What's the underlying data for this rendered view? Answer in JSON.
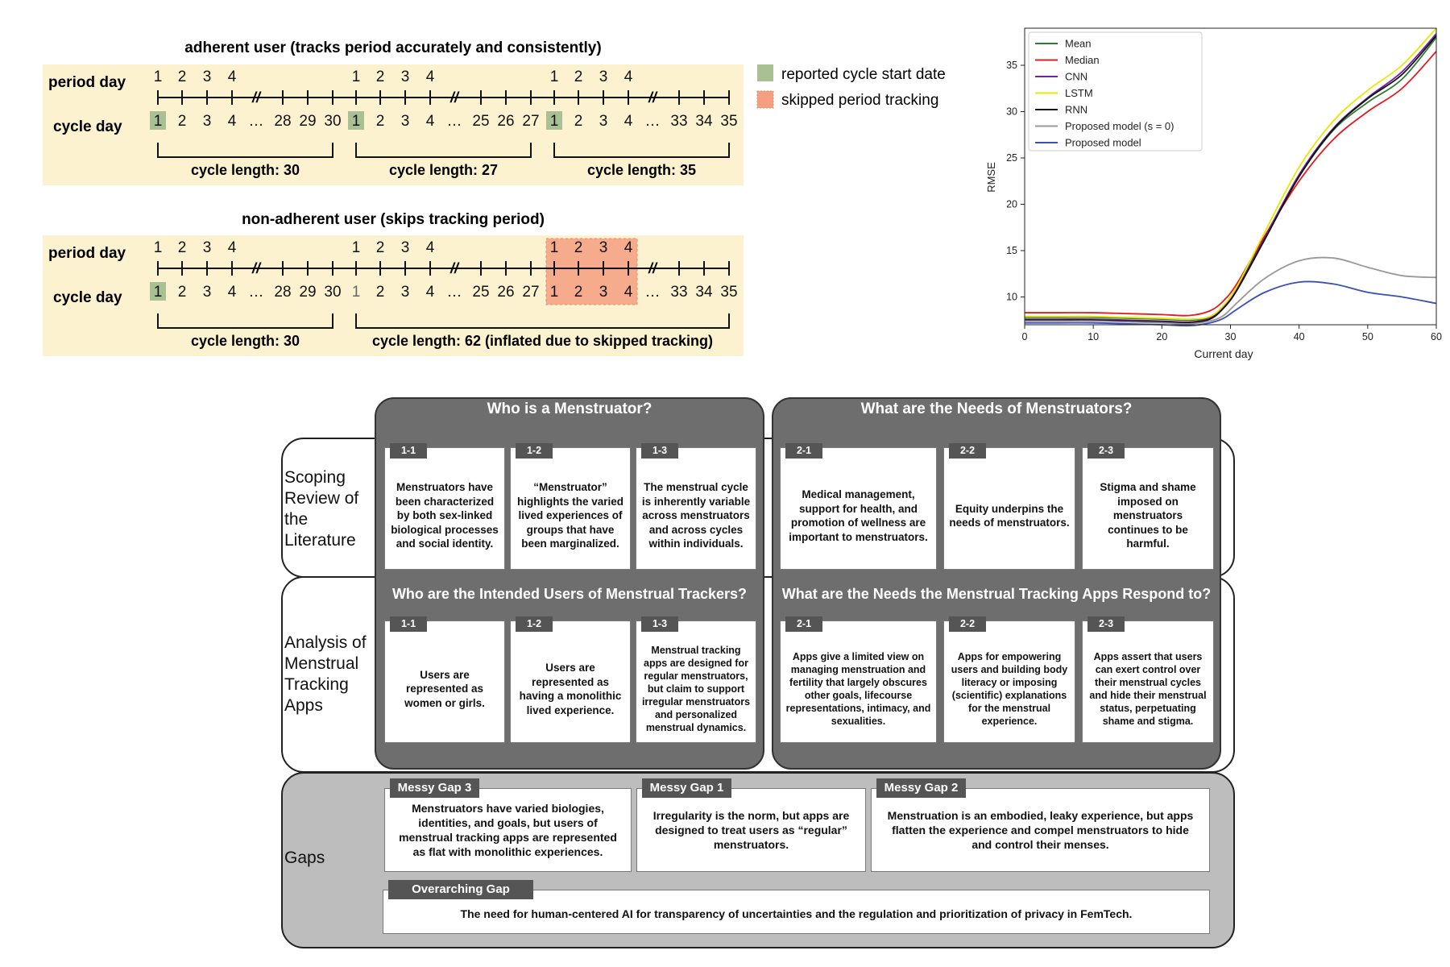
{
  "timeline": {
    "adherent": {
      "title": "adherent user (tracks period accurately and consistently)",
      "row_period": "period day",
      "row_cycle": "cycle day",
      "period_days": [
        "1",
        "2",
        "3",
        "4"
      ],
      "cycles": [
        {
          "days": [
            "1",
            "2",
            "3",
            "4",
            "…",
            "28",
            "29",
            "30"
          ],
          "length_label": "cycle length: 30"
        },
        {
          "days": [
            "1",
            "2",
            "3",
            "4",
            "…",
            "25",
            "26",
            "27"
          ],
          "length_label": "cycle length: 27"
        },
        {
          "days": [
            "1",
            "2",
            "3",
            "4",
            "…",
            "33",
            "34",
            "35"
          ],
          "length_label": "cycle length: 35"
        }
      ]
    },
    "nonadherent": {
      "title": "non-adherent user (skips tracking period)",
      "row_period": "period day",
      "row_cycle": "cycle day",
      "period_days": [
        "1",
        "2",
        "3",
        "4"
      ],
      "cycle1_days": [
        "1",
        "2",
        "3",
        "4",
        "…",
        "28",
        "29",
        "30"
      ],
      "cycle2_days": [
        "1",
        "2",
        "3",
        "4",
        "…",
        "25",
        "26",
        "27",
        "1",
        "2",
        "3",
        "4",
        "…",
        "33",
        "34",
        "35"
      ],
      "cycle1_length_label": "cycle length: 30",
      "cycle2_length_label": "cycle length: 62 (inflated due to skipped tracking)"
    },
    "legend": {
      "reported": "reported cycle start date",
      "skipped": "skipped period tracking"
    },
    "colors": {
      "panel": "#fcf2cf",
      "reported": "#a9bf94",
      "skipped": "#f4a080"
    }
  },
  "chart_data": {
    "type": "line",
    "title": "",
    "xlabel": "Current day",
    "ylabel": "RMSE",
    "xlim": [
      0,
      60
    ],
    "ylim": [
      7,
      39
    ],
    "xticks": [
      0,
      10,
      20,
      30,
      40,
      50,
      60
    ],
    "yticks": [
      10,
      15,
      20,
      25,
      30,
      35
    ],
    "x": [
      0,
      5,
      10,
      15,
      20,
      24,
      27,
      29,
      31,
      35,
      40,
      45,
      50,
      55,
      60
    ],
    "legend_position": "top-left",
    "series": [
      {
        "name": "Mean",
        "color": "#2e7d32",
        "values": [
          7.8,
          7.8,
          7.8,
          7.7,
          7.6,
          7.5,
          7.8,
          9.0,
          11.0,
          16.5,
          23.0,
          28.0,
          31.0,
          33.5,
          38.0
        ]
      },
      {
        "name": "Median",
        "color": "#e41a1c",
        "values": [
          8.3,
          8.3,
          8.3,
          8.2,
          8.1,
          8.0,
          8.5,
          9.6,
          11.5,
          16.6,
          22.5,
          27.0,
          30.0,
          32.5,
          36.5
        ]
      },
      {
        "name": "CNN",
        "color": "#7b1fa2",
        "values": [
          7.6,
          7.6,
          7.6,
          7.5,
          7.4,
          7.3,
          7.7,
          8.9,
          10.9,
          16.4,
          23.2,
          28.2,
          31.5,
          34.3,
          38.4
        ]
      },
      {
        "name": "LSTM",
        "color": "#e8e800",
        "values": [
          7.9,
          7.9,
          7.9,
          7.8,
          7.7,
          7.6,
          7.9,
          9.1,
          11.2,
          17.0,
          24.0,
          29.0,
          32.3,
          35.0,
          39.0
        ]
      },
      {
        "name": "RNN",
        "color": "#111111",
        "values": [
          7.5,
          7.5,
          7.5,
          7.4,
          7.3,
          7.2,
          7.6,
          8.8,
          10.8,
          16.2,
          23.0,
          28.1,
          31.4,
          34.0,
          38.2
        ]
      },
      {
        "name": "Proposed model (s = 0)",
        "color": "#999999",
        "values": [
          7.4,
          7.4,
          7.4,
          7.3,
          7.2,
          7.1,
          7.4,
          8.0,
          9.4,
          12.0,
          13.9,
          14.2,
          13.2,
          12.3,
          12.1
        ]
      },
      {
        "name": "Proposed model",
        "color": "#3a4fb5",
        "values": [
          7.2,
          7.2,
          7.2,
          7.1,
          7.0,
          6.9,
          7.2,
          7.7,
          8.7,
          10.5,
          11.6,
          11.4,
          10.5,
          10.0,
          9.3
        ]
      }
    ]
  },
  "framework": {
    "col1_title": "Who is a Menstruator?",
    "col2_title": "What are the Needs of Menstruators?",
    "col1_title_row2": "Who are the Intended Users of Menstrual Trackers?",
    "col2_title_row2": "What are the Needs the Menstrual Tracking Apps Respond to?",
    "row1_label": "Scoping Review of the Literature",
    "row2_label": "Analysis of Menstrual Tracking Apps",
    "row3_label": "Gaps",
    "row1_cards": [
      {
        "tag": "1-1",
        "text": "Menstruators have been characterized by both sex-linked biological processes and social identity."
      },
      {
        "tag": "1-2",
        "text": "“Menstruator” highlights the varied lived experiences of groups that have been marginalized."
      },
      {
        "tag": "1-3",
        "text": "The menstrual cycle is inherently variable across menstruators and across cycles within individuals."
      },
      {
        "tag": "2-1",
        "text": "Medical management, support for health, and promotion of wellness are important to menstruators."
      },
      {
        "tag": "2-2",
        "text": "Equity underpins the needs of menstruators."
      },
      {
        "tag": "2-3",
        "text": "Stigma and shame imposed on menstruators continues to be harmful."
      }
    ],
    "row2_cards": [
      {
        "tag": "1-1",
        "text": "Users are represented as women or girls."
      },
      {
        "tag": "1-2",
        "text": "Users are represented as having a monolithic lived experience."
      },
      {
        "tag": "1-3",
        "text": "Menstrual tracking apps are designed for regular menstruators, but claim to support irregular menstruators and personalized menstrual dynamics."
      },
      {
        "tag": "2-1",
        "text": "Apps give a limited view on managing menstruation and fertility that largely obscures other goals, lifecourse representations, intimacy, and sexualities."
      },
      {
        "tag": "2-2",
        "text": "Apps for empowering users and building body literacy or imposing (scientific) explanations for the menstrual experience."
      },
      {
        "tag": "2-3",
        "text": "Apps assert that users can exert control over their menstrual cycles and hide their menstrual status, perpetuating shame and stigma."
      }
    ],
    "gaps": [
      {
        "tag": "Messy Gap 3",
        "text": "Menstruators have varied biologies, identities, and goals, but users of menstrual tracking apps are represented as flat with monolithic experiences."
      },
      {
        "tag": "Messy Gap 1",
        "text": "Irregularity is the norm, but apps are designed to treat users as “regular” menstruators."
      },
      {
        "tag": "Messy Gap 2",
        "text": "Menstruation is an embodied, leaky experience, but apps flatten the experience and compel menstruators to hide and control their menses."
      }
    ],
    "overarching": {
      "tag": "Overarching Gap",
      "text": "The need for human-centered AI for transparency of uncertainties and the regulation and prioritization of privacy in FemTech."
    }
  }
}
